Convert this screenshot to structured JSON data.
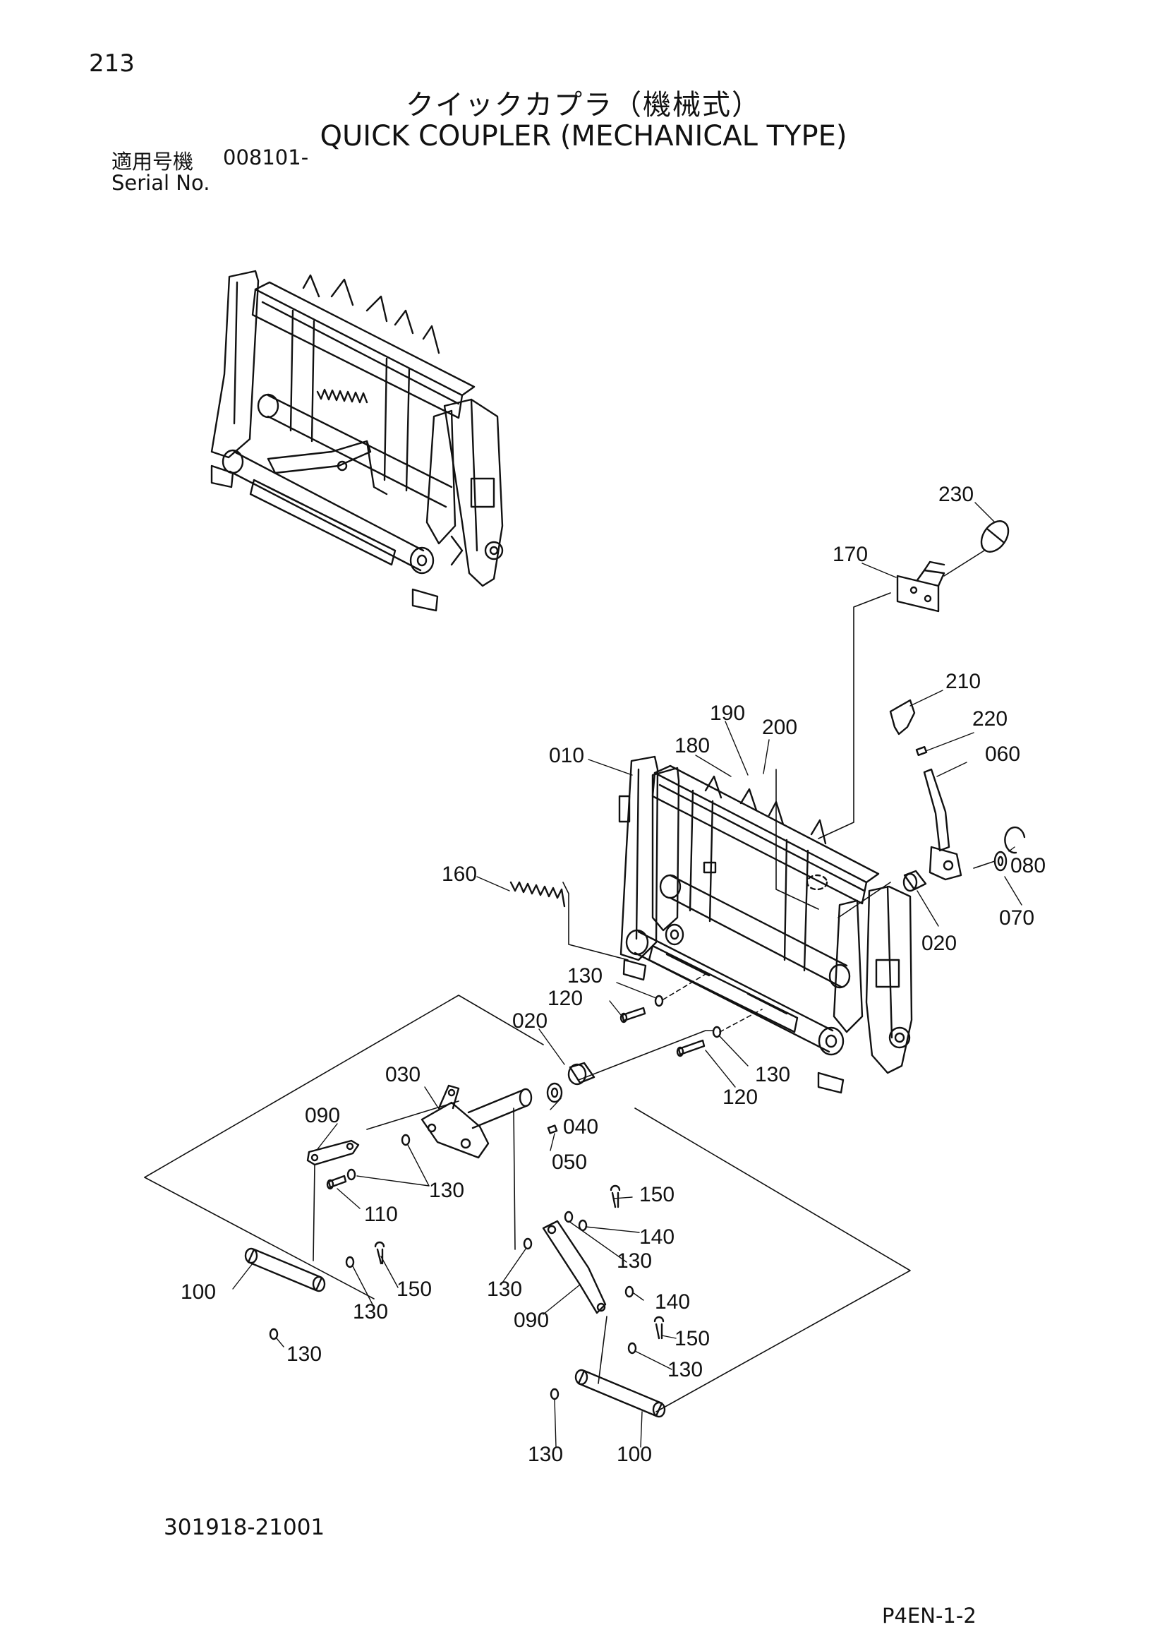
{
  "page_number": "213",
  "title_jp": "クイックカプラ（機械式）",
  "title_en": "QUICK COUPLER (MECHANICAL TYPE)",
  "serial": {
    "label_jp": "適用号機",
    "label_en": "Serial No.",
    "value": "008101-"
  },
  "drawing_number": "301918-21001",
  "page_code": "P4EN-1-2",
  "callouts": [
    {
      "id": "c230",
      "text": "230"
    },
    {
      "id": "c170",
      "text": "170"
    },
    {
      "id": "c210",
      "text": "210"
    },
    {
      "id": "c220",
      "text": "220"
    },
    {
      "id": "c060",
      "text": "060"
    },
    {
      "id": "c190",
      "text": "190"
    },
    {
      "id": "c200",
      "text": "200"
    },
    {
      "id": "c180",
      "text": "180"
    },
    {
      "id": "c010",
      "text": "010"
    },
    {
      "id": "c080",
      "text": "080"
    },
    {
      "id": "c160",
      "text": "160"
    },
    {
      "id": "c070",
      "text": "070"
    },
    {
      "id": "c020a",
      "text": "020"
    },
    {
      "id": "c130a",
      "text": "130"
    },
    {
      "id": "c120a",
      "text": "120"
    },
    {
      "id": "c020b",
      "text": "020"
    },
    {
      "id": "c130b",
      "text": "130"
    },
    {
      "id": "c120b",
      "text": "120"
    },
    {
      "id": "c030",
      "text": "030"
    },
    {
      "id": "c040",
      "text": "040"
    },
    {
      "id": "c090a",
      "text": "090"
    },
    {
      "id": "c050",
      "text": "050"
    },
    {
      "id": "c130c",
      "text": "130"
    },
    {
      "id": "c150a",
      "text": "150"
    },
    {
      "id": "c110",
      "text": "110"
    },
    {
      "id": "c140a",
      "text": "140"
    },
    {
      "id": "c130d",
      "text": "130"
    },
    {
      "id": "c150b",
      "text": "150"
    },
    {
      "id": "c100a",
      "text": "100"
    },
    {
      "id": "c130e",
      "text": "130"
    },
    {
      "id": "c130f",
      "text": "130"
    },
    {
      "id": "c090b",
      "text": "090"
    },
    {
      "id": "c140b",
      "text": "140"
    },
    {
      "id": "c150c",
      "text": "150"
    },
    {
      "id": "c130g",
      "text": "130"
    },
    {
      "id": "c130h",
      "text": "130"
    },
    {
      "id": "c130i",
      "text": "130"
    },
    {
      "id": "c100b",
      "text": "100"
    }
  ]
}
